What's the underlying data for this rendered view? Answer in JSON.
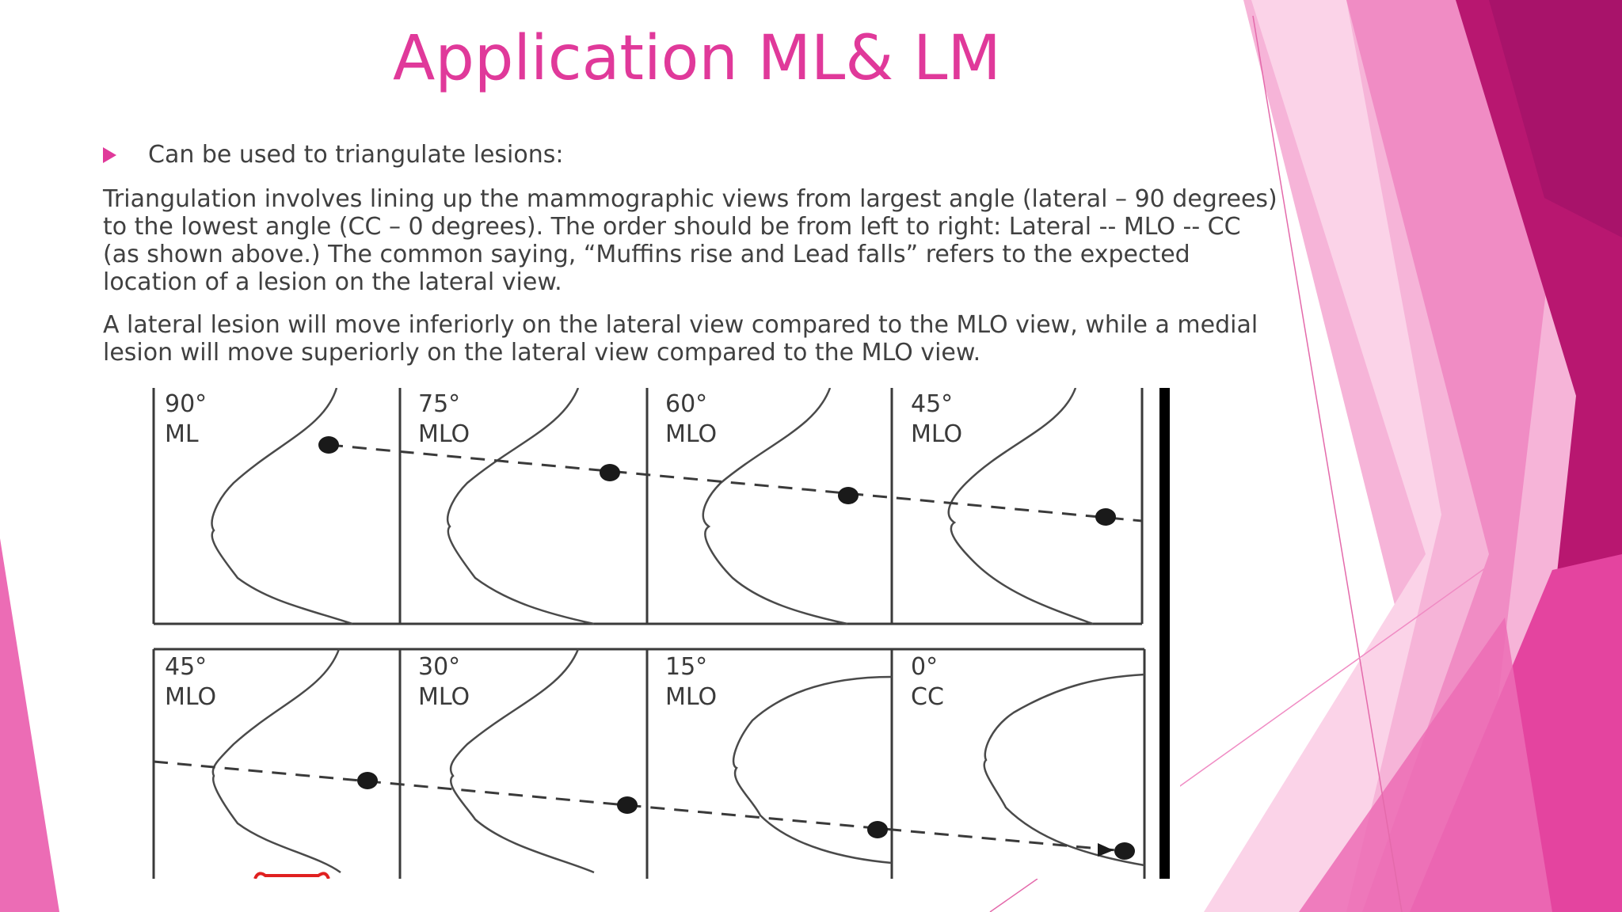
{
  "slide": {
    "title": "Application ML& LM",
    "bullet": "Can be used to triangulate lesions:",
    "paragraph1_lines": [
      "Triangulation involves lining up the mammographic views from largest angle (lateral – 90 degrees)",
      "to the lowest angle (CC – 0 degrees). The order should be from left to right:  Lateral -- MLO -- CC",
      "(as shown above.) The common saying, “Muffins rise and Lead falls” refers to the expected",
      "location of a lesion on the lateral view."
    ],
    "paragraph2_lines": [
      "A lateral lesion will move inferiorly on the lateral view compared to the MLO view, while a medial",
      "lesion will move superiorly on the lateral view compared to the MLO view."
    ]
  },
  "diagram": {
    "top_row": [
      {
        "angle": "90°",
        "view": "ML"
      },
      {
        "angle": "75°",
        "view": "MLO"
      },
      {
        "angle": "60°",
        "view": "MLO"
      },
      {
        "angle": "45°",
        "view": "MLO"
      }
    ],
    "bottom_row": [
      {
        "angle": "45°",
        "view": "MLO"
      },
      {
        "angle": "30°",
        "view": "MLO"
      },
      {
        "angle": "15°",
        "view": "MLO"
      },
      {
        "angle": "0°",
        "view": "CC"
      }
    ]
  },
  "colors": {
    "accent": "#e0399a",
    "text": "#404040",
    "magenta_dark": "#b81770",
    "pink_light": "#f4a6d0"
  }
}
